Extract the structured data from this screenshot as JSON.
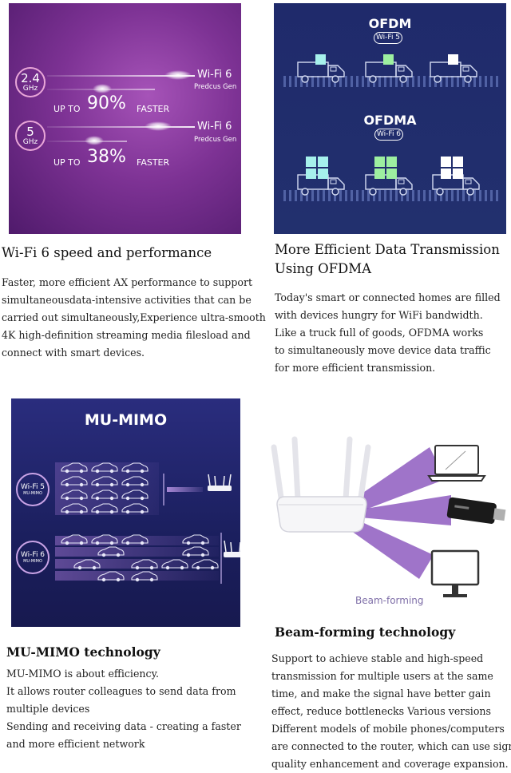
{
  "panel_speed": {
    "band_24": {
      "big": "2.4",
      "small": "GHz",
      "product": "Wi-Fi 6",
      "sub": "Predcus Gen",
      "up_to": "UP TO",
      "value": "90%",
      "faster": "FASTER"
    },
    "band_5": {
      "big": "5",
      "small": "GHz",
      "product": "Wi-Fi 6",
      "sub": "Predcus Gen",
      "up_to": "UP TO",
      "value": "38%",
      "faster": "FASTER"
    }
  },
  "panel_ofdm": {
    "title_top": "OFDM",
    "badge_top": "Wi-Fi 5",
    "title_bottom": "OFDMA",
    "badge_bottom": "Wi-Fi 6",
    "colors": {
      "cyan": "#a6f1ec",
      "green": "#9df0a0",
      "white": "#ffffff"
    }
  },
  "section_speed": {
    "heading": "Wi-Fi 6 speed and performance",
    "lines": [
      "Faster, more efficient AX performance to support",
      "simultaneousdata-intensive activities that can be",
      "carried out simultaneously,Experience ultra-smooth",
      "4K high-definition streaming media filesload and",
      "connect with smart devices."
    ]
  },
  "section_ofdma": {
    "heading_lines": [
      "More Efficient Data Transmission",
      "Using OFDMA"
    ],
    "lines": [
      "Today's smart or connected homes are filled",
      "with devices hungry for WiFi bandwidth.",
      "Like a truck full of goods, OFDMA works",
      "to simultaneously move device data traffic",
      "for more efficient transmission."
    ]
  },
  "panel_mumimo": {
    "title": "MU-MIMO",
    "wifi5": {
      "label": "Wi-Fi 5",
      "sub": "MU-MIMO"
    },
    "wifi6": {
      "label": "Wi-Fi 6",
      "sub": "MU-MIMO"
    }
  },
  "panel_beam": {
    "caption": "Beam-forming"
  },
  "section_mumimo": {
    "heading": "MU-MIMO technology",
    "lines": [
      "MU-MIMO is about efficiency.",
      "It allows router colleagues to send data from",
      "multiple devices",
      "Sending and receiving data - creating a faster",
      "and more efficient network"
    ]
  },
  "section_beam": {
    "heading": "Beam-forming technology",
    "lines": [
      "Support to achieve stable and high-speed",
      "transmission for multiple users at the same",
      "time, and make the signal have better gain",
      "effect, reduce bottlenecks Various versions",
      "Different models of mobile phones/computers",
      "are connected to the router, which can use signal",
      "quality enhancement and coverage expansion."
    ]
  }
}
